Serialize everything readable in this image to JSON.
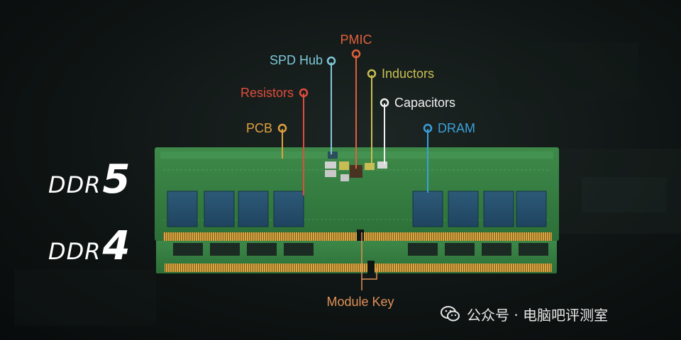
{
  "modules": {
    "ddr5": {
      "text": "DDR",
      "number": "5"
    },
    "ddr4": {
      "text": "DDR",
      "number": "4"
    }
  },
  "components": [
    {
      "name": "PMIC",
      "color": "#e0603c"
    },
    {
      "name": "SPD Hub",
      "color": "#7fc8d8"
    },
    {
      "name": "Inductors",
      "color": "#c8c050"
    },
    {
      "name": "Resistors",
      "color": "#e04c3c"
    },
    {
      "name": "Capacitors",
      "color": "#f0f0f0"
    },
    {
      "name": "PCB",
      "color": "#e0a040"
    },
    {
      "name": "DRAM",
      "color": "#3aa0d8"
    },
    {
      "name": "Module Key",
      "color": "#e09058"
    }
  ],
  "watermark": {
    "text": "公众号 · 电脑吧评测室",
    "icon": "wechat-icon"
  }
}
